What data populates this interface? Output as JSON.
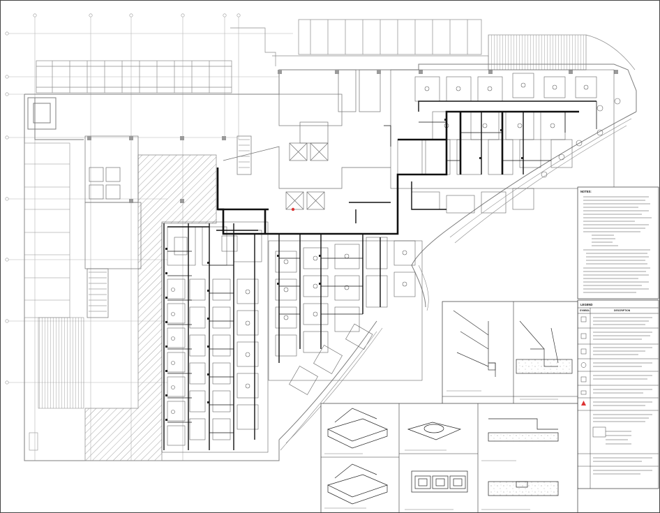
{
  "sheet": {
    "notes": {
      "title": "NOTES:"
    },
    "legend": {
      "title": "LEGEND",
      "col_symbol": "SYMBOL",
      "col_description": "DESCRIPTION"
    }
  }
}
